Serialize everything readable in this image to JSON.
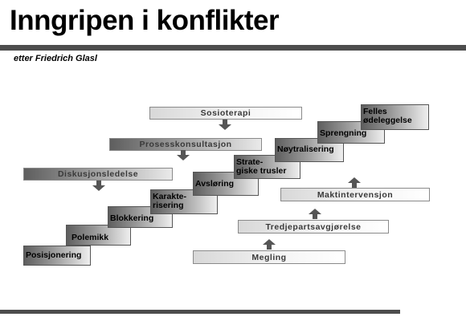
{
  "header": {
    "title": "Inngripen i konflikter",
    "subtitle": "etter Friedrich Glasl"
  },
  "steps": [
    {
      "label": "Posisjonering"
    },
    {
      "label": "Polemikk"
    },
    {
      "label": "Blokkering"
    },
    {
      "label": "Karakte-\nrisering"
    },
    {
      "label": "Avsløring"
    },
    {
      "label": "Strate-\ngiske trusler"
    },
    {
      "label": "Nøytralisering"
    },
    {
      "label": "Sprengning"
    },
    {
      "label": "Felles\nødeleggelse"
    }
  ],
  "interventions": {
    "sosioterapi": "Sosioterapi",
    "prosesskonsultasjon": "Prosesskonsultasjon",
    "diskusjonsledelse": "Diskusjonsledelse",
    "maktintervensjon": "Maktintervensjon",
    "tredjepartsavgjorelse": "Tredjepartsavgjørelse",
    "megling": "Megling"
  },
  "colors": {
    "rule": "#4d4d4d",
    "step_dark": "#5e5e5e",
    "arrow": "#555555"
  }
}
